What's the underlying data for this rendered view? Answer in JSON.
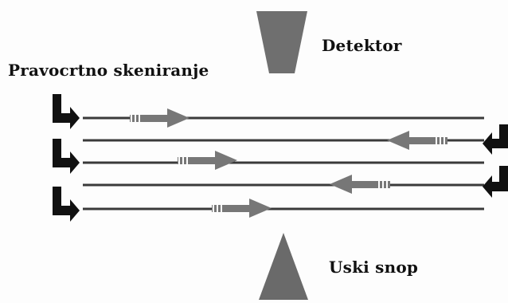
{
  "labels": {
    "detector": "Detektor",
    "scan_mode": "Pravocrtno skeniranje",
    "beam": "Uski snop"
  },
  "colors": {
    "background": "#fdfdfd",
    "lines": "#3a3a3a",
    "arrows": "#777777",
    "detector": "#6f6f6f",
    "source": "#6a6a6a",
    "corner_markers": "#111111"
  },
  "scan_lines": [
    {
      "direction": "right",
      "marker_side": "left"
    },
    {
      "direction": "left",
      "marker_side": "right"
    },
    {
      "direction": "right",
      "marker_side": "left"
    },
    {
      "direction": "left",
      "marker_side": "right"
    },
    {
      "direction": "right",
      "marker_side": "left"
    }
  ]
}
